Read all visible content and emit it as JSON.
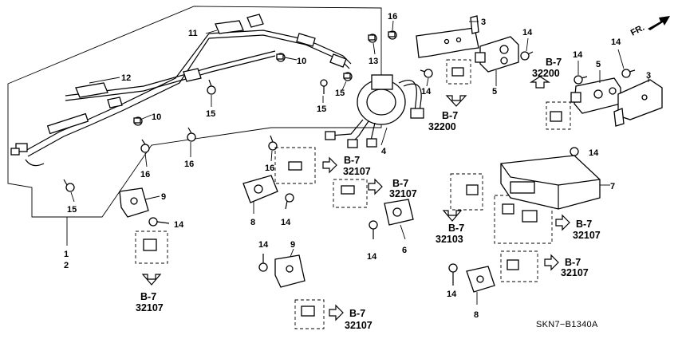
{
  "diagram": {
    "code": "SKN7−B1340A",
    "direction_label": "FR."
  },
  "callouts": {
    "c1": "1",
    "c2": "2",
    "c3a": "3",
    "c3b": "3",
    "c4": "4",
    "c5a": "5",
    "c5b": "5",
    "c6": "6",
    "c7": "7",
    "c8a": "8",
    "c8b": "8",
    "c9a": "9",
    "c9b": "9",
    "c10a": "10",
    "c10b": "10",
    "c11": "11",
    "c12": "12",
    "c13": "13",
    "c14a": "14",
    "c14b": "14",
    "c14c": "14",
    "c14d": "14",
    "c14e": "14",
    "c14f": "14",
    "c14g": "14",
    "c14h": "14",
    "c14i": "14",
    "c14j": "14",
    "c15a": "15",
    "c15b": "15",
    "c15c": "15",
    "c15d": "15",
    "c16a": "16",
    "c16b": "16",
    "c16c": "16",
    "c16d": "16"
  },
  "references": [
    {
      "section": "B-7",
      "page": "32200"
    },
    {
      "section": "B-7",
      "page": "32200"
    },
    {
      "section": "B-7",
      "page": "32107"
    },
    {
      "section": "B-7",
      "page": "32107"
    },
    {
      "section": "B-7",
      "page": "32103"
    },
    {
      "section": "B-7",
      "page": "32107"
    },
    {
      "section": "B-7",
      "page": "32107"
    },
    {
      "section": "B-7",
      "page": "32107"
    },
    {
      "section": "B-7",
      "page": "32107"
    }
  ]
}
